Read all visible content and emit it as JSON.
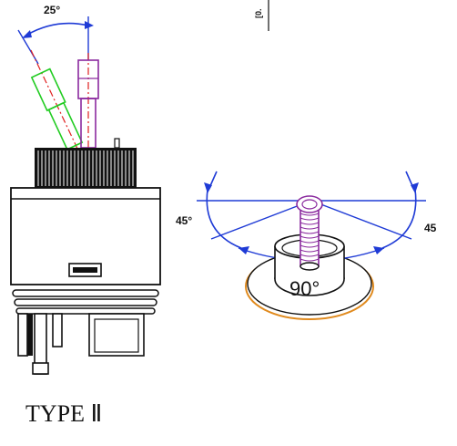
{
  "diagram": {
    "left_angle_label": "25°",
    "right_angle_left_label": "45°",
    "right_angle_right_label": "45",
    "rotation_label": "90°",
    "type_label": "TYPE Ⅱ",
    "top_tag": "[0."
  },
  "colors": {
    "outline": "#111111",
    "angle_blue": "#1f3bd6",
    "stem_purple": "#8a2a9e",
    "stem_green": "#22cc22",
    "centerline_red": "#e02020",
    "base_orange": "#e08a1e"
  }
}
